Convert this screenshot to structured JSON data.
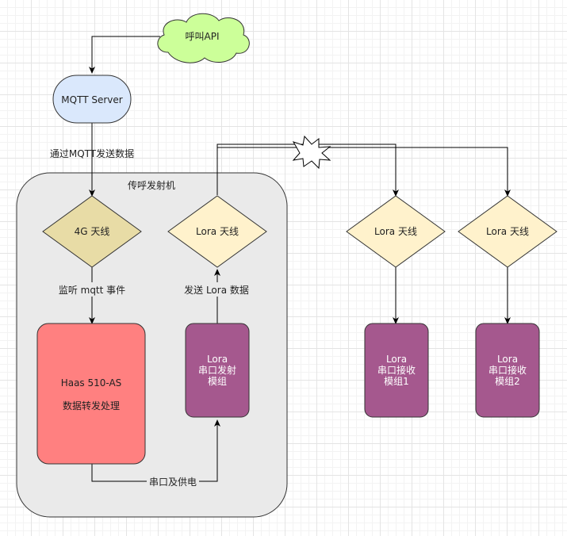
{
  "nodes": {
    "call_api": "呼叫API",
    "mqtt_server": "MQTT Server",
    "transmitter_group": "传呼发射机",
    "antenna_4g": "4G 天线",
    "lora_antenna_tx": "Lora 天线",
    "lora_antenna_rx1": "Lora 天线",
    "lora_antenna_rx2": "Lora 天线",
    "haas_line1": "Haas 510-AS",
    "haas_line2": "数据转发处理",
    "lora_tx_module": [
      "Lora",
      "串口发射",
      "模组"
    ],
    "lora_rx_module1": [
      "Lora",
      "串口接收",
      "模组1"
    ],
    "lora_rx_module2": [
      "Lora",
      "串口接收",
      "模组2"
    ]
  },
  "edges": {
    "mqtt_send": "通过MQTT发送数据",
    "listen_event": "监听 mqtt 事件",
    "send_lora": "发送 Lora 数据",
    "serial_power": "串口及供电"
  },
  "colors": {
    "cloud_fill": "#ccff99",
    "mqtt_fill": "#dae8fc",
    "diamond_4g": "#e8dca6",
    "diamond_lora": "#fff2cc",
    "haas_fill": "#ff8080",
    "module_fill": "#a5588e",
    "group_fill": "#eaeaea"
  }
}
